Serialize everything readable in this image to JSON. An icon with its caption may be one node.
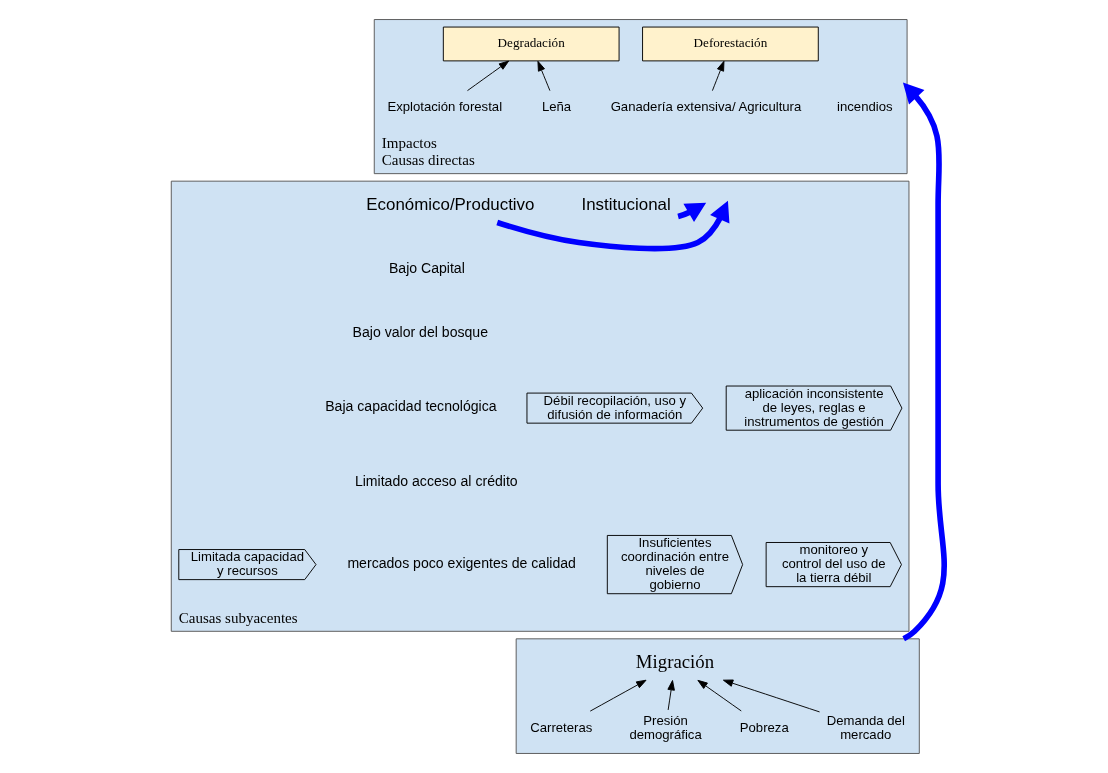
{
  "diagram": {
    "nodes": [
      {
        "text": [
          "Impactos",
          "Causas directas"
        ]
      },
      {
        "text": [
          "Deforestación"
        ],
        "in": 0
      },
      {
        "text": [
          "Degradación"
        ],
        "in": 0
      },
      {
        "text": [
          "Ganadería extensiva/ Agricultura"
        ],
        "in": 0
      },
      {
        "text": [
          "incendios"
        ],
        "in": 0
      },
      {
        "text": [
          "Leña"
        ],
        "in": 0
      },
      {
        "text": [
          "Explotación forestal"
        ],
        "in": 0
      },
      {
        "text": [
          "Causas subyacentes"
        ]
      },
      {
        "text": [
          "Institucional"
        ],
        "in": 7
      },
      {
        "text": [
          "Económico/Productivo"
        ],
        "in": 7
      },
      {
        "text": [
          "Débil recopilación, uso y difusión de información"
        ],
        "in": 7
      },
      {
        "text": [
          "aplicación inconsistente de leyes, reglas e instrumentos de gestión"
        ],
        "in": 7
      },
      {
        "text": [
          "Insuficientes coordinación entre niveles de gobierno"
        ],
        "in": 7
      },
      {
        "text": [
          "Limitada capacidad y recursos"
        ],
        "in": 7
      },
      {
        "text": [
          "monitoreo y control del uso de la tierra débil"
        ],
        "in": 7
      },
      {
        "text": [],
        "shape": "box"
      },
      {
        "text": [
          "Migración"
        ],
        "in": 15
      },
      {
        "text": [
          "Carreteras"
        ],
        "in": 15
      },
      {
        "text": [
          "Presión demográfica"
        ],
        "in": 15
      },
      {
        "text": [
          "Pobreza"
        ],
        "in": 15
      },
      {
        "text": [
          "Demanda del mercado"
        ],
        "in": 15
      }
    ],
    "edges": [
      {
        "from": 3,
        "to": 1,
        "arrow": "to"
      },
      {
        "from": 5,
        "to": 2,
        "arrow": "to"
      },
      {
        "from": 6,
        "to": 2,
        "arrow": "to"
      },
      {
        "from": 8,
        "to": null,
        "arrow": "to",
        "style": "thick",
        "color": "#0000ff"
      },
      {
        "from": 9,
        "to": null,
        "arrow": "to",
        "style": "thick",
        "color": "#0000ff"
      },
      {
        "from": 15,
        "to": 0,
        "arrow": "to",
        "style": "thick",
        "color": "#0000ff"
      },
      {
        "from": 17,
        "to": 16,
        "arrow": "to"
      },
      {
        "from": 18,
        "to": 16,
        "arrow": "to"
      },
      {
        "from": 19,
        "to": 16,
        "arrow": "to"
      },
      {
        "from": 20,
        "to": 16,
        "arrow": "to"
      }
    ],
    "labels": [
      "Bajo Capital",
      "Bajo valor del bosque",
      "Baja capacidad tecnológica",
      "Limitado acceso al crédito",
      "mercados poco exigentes de calidad"
    ]
  }
}
